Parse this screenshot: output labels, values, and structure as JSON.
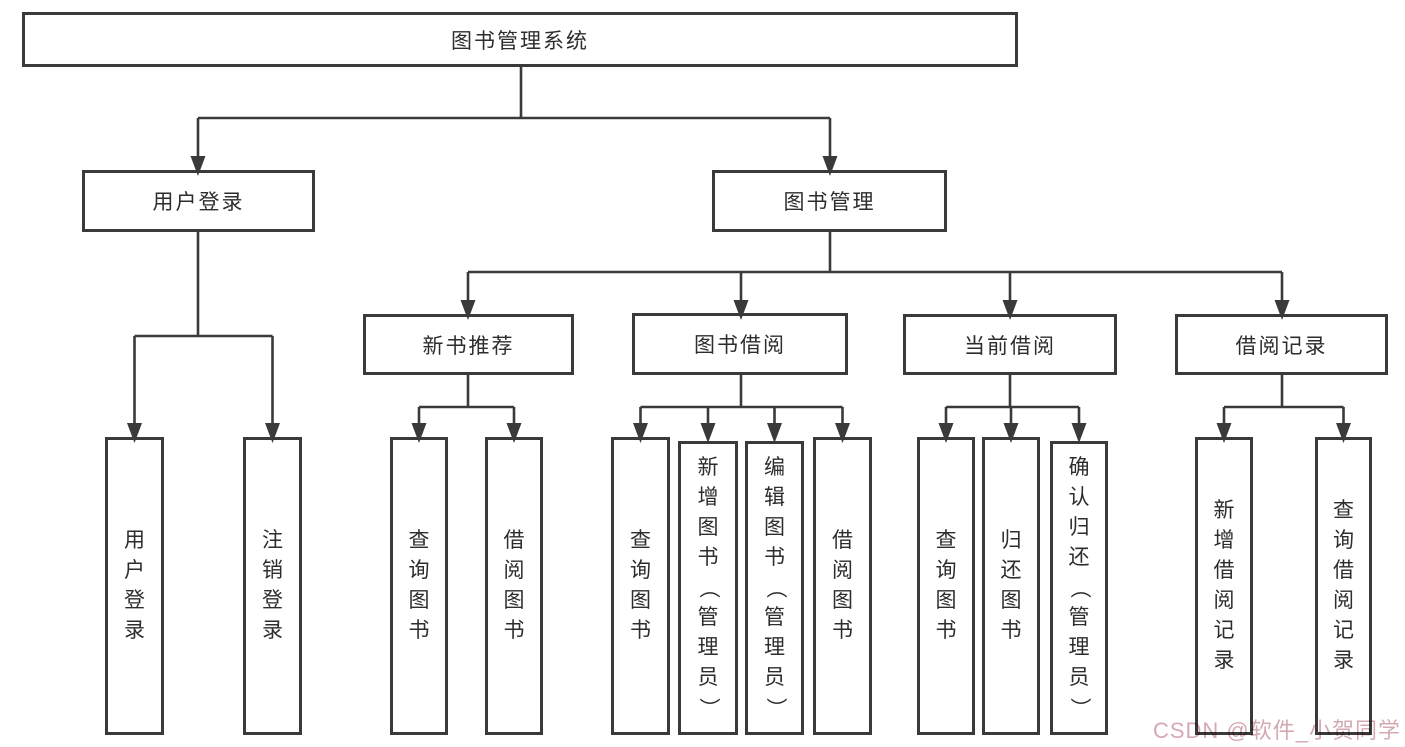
{
  "nodes": {
    "root": "图书管理系统",
    "user_login": "用户登录",
    "book_mgmt": "图书管理",
    "new_book_rec": "新书推荐",
    "book_borrow": "图书借阅",
    "current_borrow": "当前借阅",
    "borrow_record": "借阅记录",
    "leaf_user_login": "用户登录",
    "leaf_logout": "注销登录",
    "leaf_query_book_rec": "查询图书",
    "leaf_borrow_book_rec": "借阅图书",
    "leaf_query_book_borrow": "查询图书",
    "leaf_add_book": "新增图书（管理员）",
    "leaf_edit_book": "编辑图书（管理员）",
    "leaf_borrow_book_borrow": "借阅图书",
    "leaf_query_book_current": "查询图书",
    "leaf_return_book": "归还图书",
    "leaf_confirm_return": "确认归还（管理员）",
    "leaf_add_borrow_record": "新增借阅记录",
    "leaf_query_borrow_record": "查询借阅记录"
  },
  "watermark": "CSDN @软件_小贺同学",
  "colors": {
    "line": "#3a3a3a",
    "box_border": "#3a3a3a",
    "text": "#2d2d2d",
    "watermark": "#d5a9b2",
    "background": "#ffffff"
  }
}
